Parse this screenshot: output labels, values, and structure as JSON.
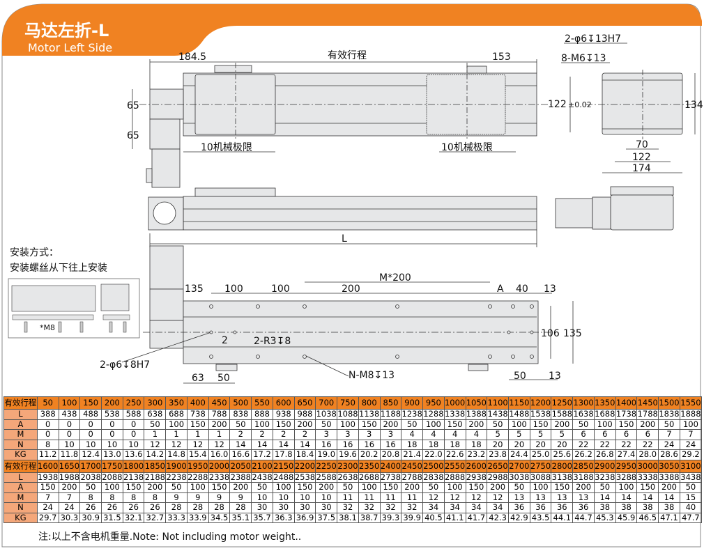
{
  "header": {
    "title_cn": "马达左折-L",
    "title_en": "Motor Left Side"
  },
  "drawing": {
    "dim_184_5": "184.5",
    "effective_stroke": "有效行程",
    "dim_153": "153",
    "dim_65a": "65",
    "dim_65b": "65",
    "limit_left": "10机械极限",
    "limit_right": "10机械极限",
    "dim_L": "L",
    "end_hole1": "2-φ6↧13H7",
    "end_hole2": "8-M6↧13",
    "end_122tol": "122",
    "end_tol": "±0.02",
    "end_134": "134",
    "end_70": "70",
    "end_122": "122",
    "end_174": "174",
    "install_title": "安装方式：",
    "install_desc": "安装螺丝从下往上安装",
    "install_m8": "*M8",
    "b_135": "135",
    "b_100a": "100",
    "b_100b": "100",
    "b_200": "200",
    "b_m200": "M*200",
    "b_A": "A",
    "b_40": "40",
    "b_13a": "13",
    "b_106": "106",
    "b_135r": "135",
    "b_2": "2",
    "b_r3": "2-R3↧8",
    "b_phi6": "2-φ6↧8H7",
    "b_63": "63",
    "b_50a": "50",
    "b_nm8": "N-M8↧13",
    "b_50b": "50",
    "b_13b": "13"
  },
  "table": {
    "row_labels": [
      "有效行程",
      "L",
      "A",
      "M",
      "N",
      "KG"
    ],
    "blocks": [
      {
        "stroke": [
          "50",
          "100",
          "150",
          "200",
          "250",
          "300",
          "350",
          "400",
          "450",
          "500",
          "550",
          "600",
          "650",
          "700",
          "750",
          "800",
          "850",
          "900",
          "950",
          "1000",
          "1050",
          "1100",
          "1150",
          "1200",
          "1250",
          "1300",
          "1350",
          "1400",
          "1450",
          "1500",
          "1550"
        ],
        "L": [
          "388",
          "438",
          "488",
          "538",
          "588",
          "638",
          "688",
          "738",
          "788",
          "838",
          "888",
          "938",
          "988",
          "1038",
          "1088",
          "1138",
          "1188",
          "1238",
          "1288",
          "1338",
          "1388",
          "1438",
          "1488",
          "1538",
          "1588",
          "1638",
          "1688",
          "1738",
          "1788",
          "1838",
          "1888"
        ],
        "A": [
          "0",
          "0",
          "0",
          "0",
          "0",
          "50",
          "100",
          "150",
          "200",
          "50",
          "100",
          "150",
          "200",
          "50",
          "100",
          "150",
          "200",
          "50",
          "100",
          "150",
          "200",
          "50",
          "100",
          "150",
          "200",
          "50",
          "100",
          "150",
          "200",
          "50",
          "100"
        ],
        "M": [
          "0",
          "0",
          "0",
          "0",
          "0",
          "1",
          "1",
          "1",
          "1",
          "2",
          "2",
          "2",
          "2",
          "3",
          "3",
          "3",
          "3",
          "4",
          "4",
          "4",
          "4",
          "5",
          "5",
          "5",
          "5",
          "6",
          "6",
          "6",
          "6",
          "7",
          "7"
        ],
        "N": [
          "8",
          "10",
          "10",
          "10",
          "10",
          "12",
          "12",
          "12",
          "12",
          "14",
          "14",
          "14",
          "14",
          "16",
          "16",
          "16",
          "16",
          "18",
          "18",
          "18",
          "18",
          "20",
          "20",
          "20",
          "20",
          "22",
          "22",
          "22",
          "22",
          "24",
          "24"
        ],
        "KG": [
          "11.2",
          "11.8",
          "12.4",
          "13.0",
          "13.6",
          "14.2",
          "14.8",
          "15.4",
          "16.0",
          "16.6",
          "17.2",
          "17.8",
          "18.4",
          "19.0",
          "19.6",
          "20.2",
          "20.8",
          "21.4",
          "22.0",
          "22.6",
          "23.2",
          "23.8",
          "24.4",
          "25.0",
          "25.6",
          "26.2",
          "26.8",
          "27.4",
          "28.0",
          "28.6",
          "29.2"
        ]
      },
      {
        "stroke": [
          "1600",
          "1650",
          "1700",
          "1750",
          "1800",
          "1850",
          "1900",
          "1950",
          "2000",
          "2050",
          "2100",
          "2150",
          "2200",
          "2250",
          "2300",
          "2350",
          "2400",
          "2450",
          "2500",
          "2550",
          "2600",
          "2650",
          "2700",
          "2750",
          "2800",
          "2850",
          "2900",
          "2950",
          "3000",
          "3050",
          "3100"
        ],
        "L": [
          "1938",
          "1988",
          "2038",
          "2088",
          "2138",
          "2188",
          "2238",
          "2288",
          "2338",
          "2388",
          "2438",
          "2488",
          "2538",
          "2588",
          "2638",
          "2688",
          "2738",
          "2788",
          "2838",
          "2888",
          "2938",
          "2988",
          "3038",
          "3088",
          "3138",
          "3188",
          "3238",
          "3288",
          "3338",
          "3388",
          "3438"
        ],
        "A": [
          "150",
          "200",
          "50",
          "100",
          "150",
          "200",
          "50",
          "100",
          "150",
          "200",
          "50",
          "100",
          "150",
          "200",
          "50",
          "100",
          "150",
          "200",
          "50",
          "100",
          "150",
          "200",
          "50",
          "100",
          "150",
          "200",
          "50",
          "100",
          "150",
          "200",
          "50"
        ],
        "M": [
          "7",
          "7",
          "8",
          "8",
          "8",
          "8",
          "9",
          "9",
          "9",
          "9",
          "10",
          "10",
          "10",
          "10",
          "11",
          "11",
          "11",
          "11",
          "12",
          "12",
          "12",
          "12",
          "13",
          "13",
          "13",
          "13",
          "14",
          "14",
          "14",
          "14",
          "15"
        ],
        "N": [
          "24",
          "24",
          "26",
          "26",
          "26",
          "26",
          "28",
          "28",
          "28",
          "28",
          "30",
          "30",
          "30",
          "30",
          "32",
          "32",
          "32",
          "32",
          "34",
          "34",
          "34",
          "34",
          "36",
          "36",
          "36",
          "36",
          "38",
          "38",
          "38",
          "38",
          "40"
        ],
        "KG": [
          "29.7",
          "30.3",
          "30.9",
          "31.5",
          "32.1",
          "32.7",
          "33.3",
          "33.9",
          "34.5",
          "35.1",
          "35.7",
          "36.3",
          "36.9",
          "37.5",
          "38.1",
          "38.7",
          "39.3",
          "39.9",
          "40.5",
          "41.1",
          "41.7",
          "42.3",
          "42.9",
          "43.5",
          "44.1",
          "44.7",
          "45.3",
          "45.9",
          "46.5",
          "47.1",
          "47.7"
        ]
      }
    ]
  },
  "note": "注:以上不含电机重量.Note: Not including motor weight..",
  "colors": {
    "orange": "#f08222",
    "row_label": "#f4a77a",
    "body": "#e6e7e8"
  }
}
